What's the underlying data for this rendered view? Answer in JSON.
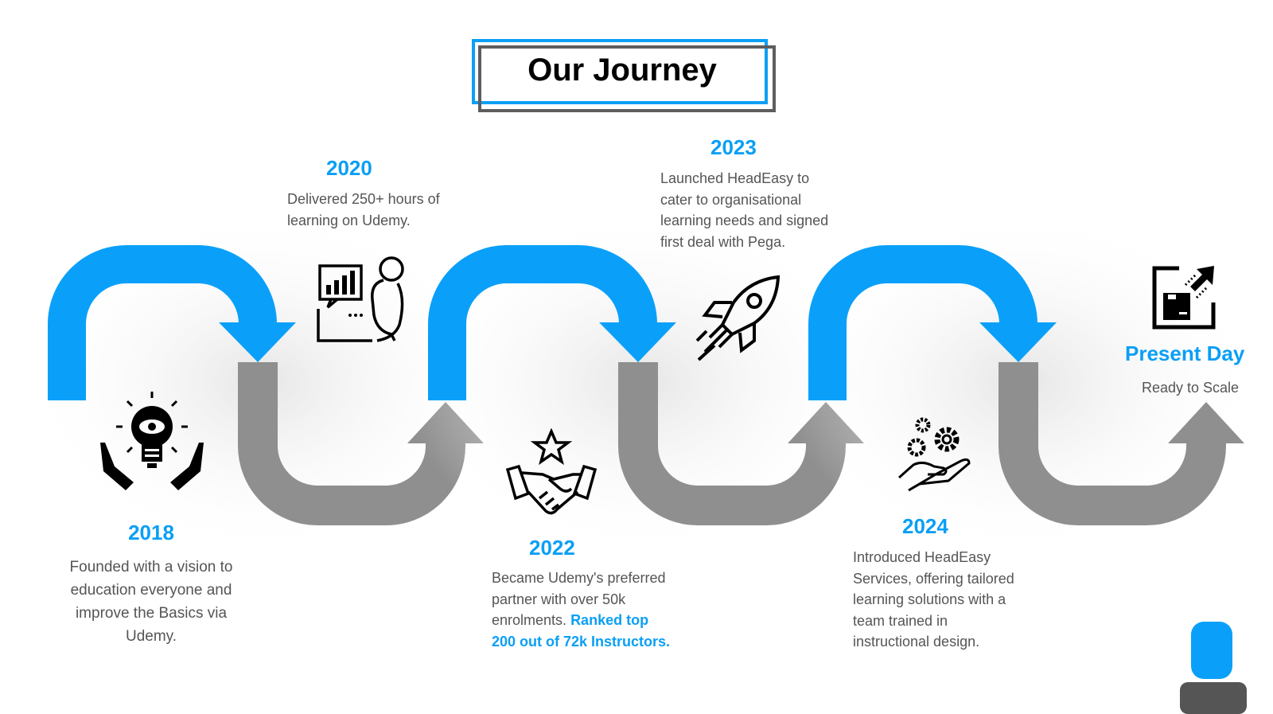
{
  "title": "Our Journey",
  "milestones": [
    {
      "year": "2018",
      "text": "Founded with a vision to education everyone and improve the Basics via Udemy.",
      "icon": "lightbulb-hands-icon"
    },
    {
      "year": "2020",
      "text": "Delivered 250+ hours of learning on Udemy.",
      "icon": "person-chart-icon"
    },
    {
      "year": "2022",
      "text": "Became Udemy's preferred partner with over 50k enrolments.",
      "highlight": "Ranked top 200 out of 72k Instructors.",
      "icon": "handshake-star-icon"
    },
    {
      "year": "2023",
      "text": "Launched HeadEasy to cater to organisational learning needs and signed first deal with Pega.",
      "icon": "rocket-icon"
    },
    {
      "year": "2024",
      "text": "Introduced HeadEasy Services, offering tailored learning solutions with a team trained in instructional design.",
      "icon": "hand-gears-icon"
    },
    {
      "year": "Present Day",
      "text": "Ready to Scale",
      "icon": "box-growth-icon"
    }
  ],
  "colors": {
    "accent": "#0a9ff5",
    "gray": "#8f8f8f"
  }
}
